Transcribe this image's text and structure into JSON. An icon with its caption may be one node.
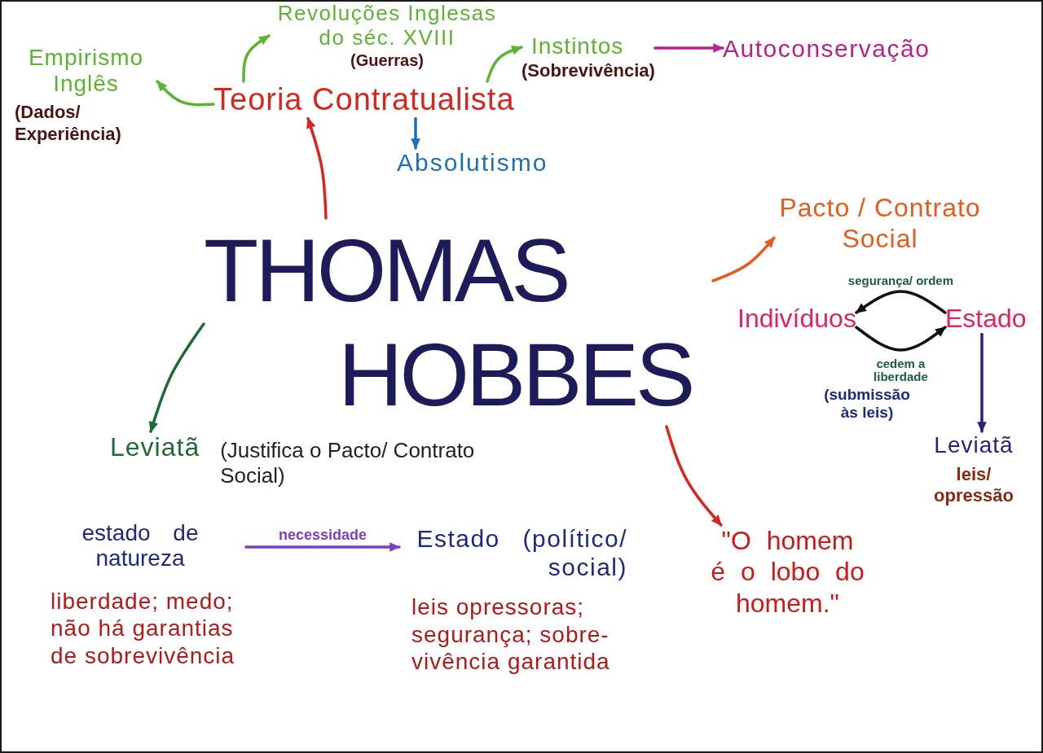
{
  "diagram": {
    "nodes": [
      {
        "text": [
          "THOMAS HOBBES"
        ]
      },
      {
        "text": [
          "Teoria Contratualista"
        ]
      },
      {
        "text": [
          "Empirismo Inglês",
          "(Dados/ Experiência)"
        ]
      },
      {
        "text": [
          "Revoluções Inglesas do séc. XVIII",
          "(Guerras)"
        ]
      },
      {
        "text": [
          "Instintos",
          "(Sobrevivência)"
        ]
      },
      {
        "text": [
          "Autoconservação"
        ]
      },
      {
        "text": [
          "Absolutismo"
        ]
      },
      {
        "text": [
          "Pacto / Contrato Social"
        ]
      },
      {
        "text": [
          "Indivíduos"
        ]
      },
      {
        "text": [
          "Estado"
        ]
      },
      {
        "text": [
          "Leviatã",
          "leis/ opressão"
        ]
      },
      {
        "text": [
          "Leviatã",
          "(Justifica o Pacto/ Contrato Social)"
        ]
      },
      {
        "text": [
          "\"O homem é o lobo do homem.\""
        ]
      },
      {
        "text": [
          "estado de natureza",
          "liberdade; medo; não há garantias de sobrevivência"
        ]
      },
      {
        "text": [
          "Estado (político/ social)",
          "leis opressoras; segurança; sobre- vivência garantida"
        ]
      }
    ],
    "edges": [
      {
        "from": 0,
        "to": 1,
        "arrow": "to",
        "color": "#d8261e"
      },
      {
        "from": 1,
        "to": 2,
        "arrow": "to",
        "color": "#5cb531"
      },
      {
        "from": 1,
        "to": 3,
        "arrow": "to",
        "color": "#5cb531"
      },
      {
        "from": 1,
        "to": 4,
        "arrow": "to",
        "color": "#5cb531"
      },
      {
        "from": 4,
        "to": 5,
        "arrow": "to",
        "color": "#c0208e"
      },
      {
        "from": 1,
        "to": 6,
        "arrow": "to",
        "color": "#1f6fb5"
      },
      {
        "from": 0,
        "to": 7,
        "arrow": "to",
        "color": "#ea5a1e"
      },
      {
        "from": 9,
        "to": 8,
        "arrow": "to",
        "label": "segurança/ ordem",
        "color": "#111111"
      },
      {
        "from": 8,
        "to": 9,
        "arrow": "to",
        "label": "cedem a liberdade",
        "color": "#111111"
      },
      {
        "from": 9,
        "to": 10,
        "arrow": "to",
        "color": "#28237a"
      },
      {
        "from": 0,
        "to": 11,
        "arrow": "to",
        "color": "#1d6b35"
      },
      {
        "from": 0,
        "to": 12,
        "arrow": "to",
        "color": "#d8261e"
      },
      {
        "from": 13,
        "to": 14,
        "arrow": "to",
        "label": "necessidade",
        "color": "#7b3fc8"
      }
    ],
    "labels": [
      "(submissão às leis)"
    ]
  }
}
